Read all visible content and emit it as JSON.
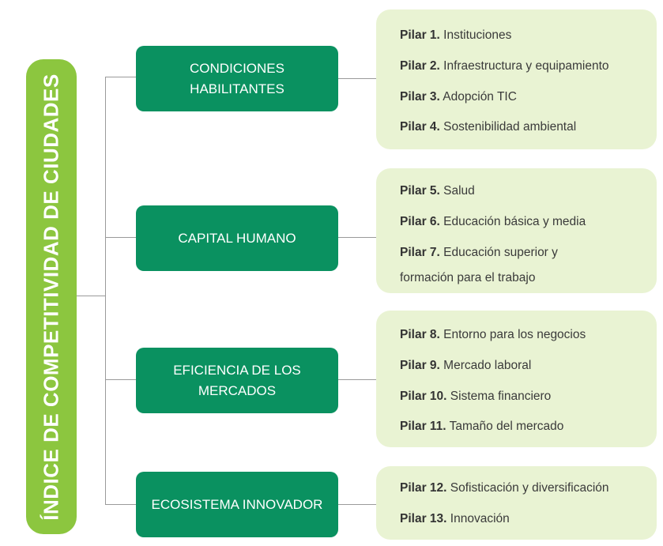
{
  "root_title": "ÍNDICE DE COMPETITIVIDAD DE CIUDADES",
  "colors": {
    "root": "#8cc63f",
    "category": "#0a9160",
    "panel": "#e9f3d3",
    "connector": "#9a9a9a"
  },
  "categories": [
    {
      "line1": "CONDICIONES",
      "line2": "HABILITANTES",
      "pillars": [
        {
          "label": "Pilar 1.",
          "text": "Instituciones"
        },
        {
          "label": "Pilar 2.",
          "text": "Infraestructura y equipamiento"
        },
        {
          "label": "Pilar 3.",
          "text": "Adopción TIC"
        },
        {
          "label": "Pilar 4.",
          "text": "Sostenibilidad ambiental"
        }
      ]
    },
    {
      "line1": "CAPITAL HUMANO",
      "line2": "",
      "pillars": [
        {
          "label": "Pilar 5.",
          "text": "Salud"
        },
        {
          "label": "Pilar 6.",
          "text": "Educación básica y media"
        },
        {
          "label": "Pilar 7.",
          "text": "Educación superior y",
          "continuation": "formación para el trabajo"
        }
      ]
    },
    {
      "line1": "EFICIENCIA DE LOS",
      "line2": "MERCADOS",
      "pillars": [
        {
          "label": "Pilar 8.",
          "text": "Entorno para los negocios"
        },
        {
          "label": "Pilar 9.",
          "text": "Mercado laboral"
        },
        {
          "label": "Pilar 10.",
          "text": "Sistema financiero"
        },
        {
          "label": "Pilar 11.",
          "text": "Tamaño del mercado"
        }
      ]
    },
    {
      "line1": "ECOSISTEMA INNOVADOR",
      "line2": "",
      "pillars": [
        {
          "label": "Pilar 12.",
          "text": "Sofisticación y diversificación"
        },
        {
          "label": "Pilar 13.",
          "text": "Innovación"
        }
      ]
    }
  ]
}
